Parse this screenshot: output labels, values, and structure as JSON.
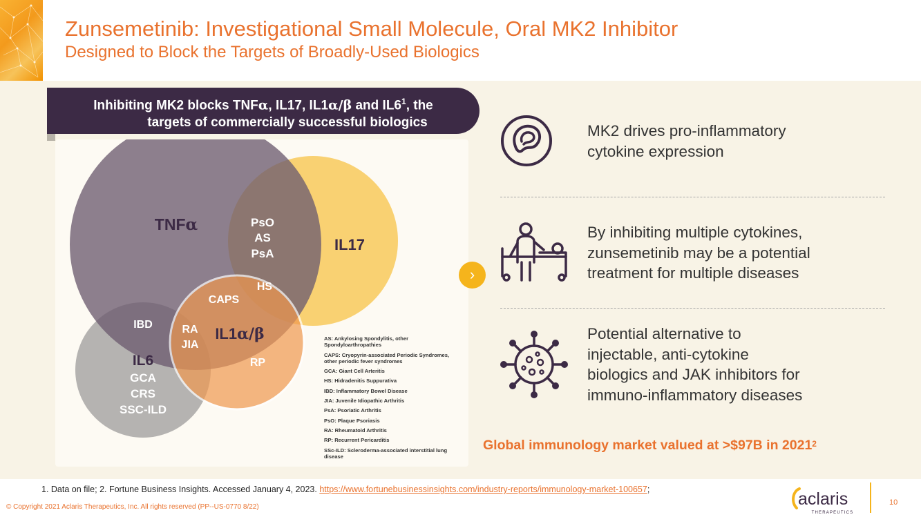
{
  "header": {
    "title": "Zunsemetinib: Investigational Small Molecule, Oral MK2 Inhibitor",
    "subtitle": "Designed to Block the Targets of Broadly-Used Biologics"
  },
  "banner": {
    "line1_prefix": "Inhibiting MK2 blocks TNF",
    "alpha": "α",
    "comma1": ", IL17, IL1",
    "ab": "α/β",
    "and_il6": " and IL6",
    "sup": "1",
    "comma2": ", the",
    "line2": "targets of commercially successful biologics"
  },
  "venn": {
    "tnf_prefix": "TNF",
    "tnf_alpha": "α",
    "il17": "IL17",
    "il1_prefix": "IL1",
    "il1_ab": "α/β",
    "il6": "IL6",
    "pso": "PsO",
    "as": "AS",
    "psa": "PsA",
    "hs": "HS",
    "caps": "CAPS",
    "ibd": "IBD",
    "ra": "RA",
    "jia": "JIA",
    "rp": "RP",
    "gca": "GCA",
    "crs": "CRS",
    "ssc_ild": "SSC-ILD",
    "colors": {
      "tnf": "#7d6e80",
      "il17": "#f9cf6a",
      "il1": "#f0a065",
      "il6": "#a8a6a4"
    }
  },
  "abbreviations": [
    "AS: Ankylosing Spondylitis, other Spondyloarthropathies",
    "CAPS: Cryopyrin-associated Periodic Syndromes, other periodic fever syndromes",
    "GCA: Giant Cell Arteritis",
    "HS: Hidradenitis Suppurativa",
    "IBD: Inflammatory Bowel Disease",
    "JIA: Juvenile Idiopathic Arthritis",
    "PsA: Psoriatic Arthritis",
    "PsO: Plaque Psoriasis",
    "RA: Rheumatoid Arthritis",
    "RP: Recurrent Pericarditis",
    "SSc-ILD: Scleroderma-associated interstitial lung disease"
  ],
  "arrow_glyph": "›",
  "points": [
    {
      "icon": "cell-icon",
      "lines": [
        "MK2 drives pro-inflammatory",
        "cytokine expression"
      ]
    },
    {
      "icon": "patient-care-icon",
      "lines": [
        "By inhibiting multiple cytokines,",
        "zunsemetinib may be a potential",
        "treatment for multiple diseases"
      ]
    },
    {
      "icon": "virus-icon",
      "lines": [
        "Potential alternative to",
        "injectable, anti-cytokine",
        "biologics and JAK inhibitors for",
        "immuno-inflammatory diseases"
      ]
    }
  ],
  "market": {
    "text": "Global immunology market valued at >$97B in 2021",
    "sup": "2"
  },
  "footnote": {
    "text": "1. Data on file; 2. Fortune Business Insights. Accessed January 4, 2023. ",
    "link": "https://www.fortunebusinessinsights.com/industry-reports/immunology-market-100657",
    "tail": ";"
  },
  "copyright": "© Copyright 2021 Aclaris Therapeutics, Inc. All rights reserved (PP--US-0770 8/22)",
  "logo": {
    "name": "aclaris",
    "tagline": "THERAPEUTICS"
  },
  "page_number": "10",
  "colors": {
    "accent": "#e9722e",
    "banner": "#3c2a45",
    "arrow": "#f5b41c",
    "background": "#f8f3e6"
  }
}
